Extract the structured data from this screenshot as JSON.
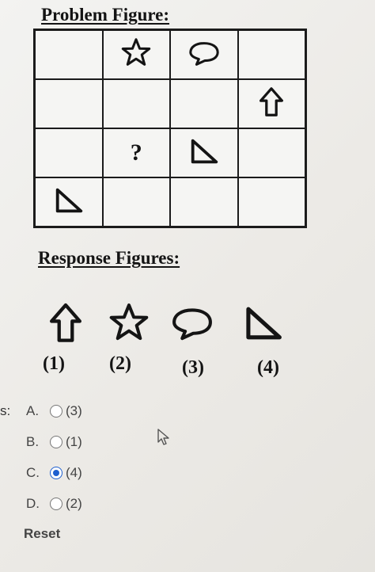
{
  "problem": {
    "title": "Problem Figure:",
    "grid": [
      [
        "",
        "star",
        "speech-bubble",
        ""
      ],
      [
        "",
        "",
        "",
        "arrow-up"
      ],
      [
        "",
        "?",
        "triangle",
        ""
      ],
      [
        "triangle",
        "",
        "",
        ""
      ]
    ]
  },
  "responses": {
    "title": "Response Figures:",
    "figures": [
      {
        "label": "(1)",
        "icon": "arrow-up"
      },
      {
        "label": "(2)",
        "icon": "star"
      },
      {
        "label": "(3)",
        "icon": "speech-bubble"
      },
      {
        "label": "(4)",
        "icon": "triangle"
      }
    ]
  },
  "answers": {
    "prefix": "s:",
    "options": [
      {
        "letter": "A.",
        "value": "(3)",
        "checked": false
      },
      {
        "letter": "B.",
        "value": "(1)",
        "checked": false
      },
      {
        "letter": "C.",
        "value": "(4)",
        "checked": true
      },
      {
        "letter": "D.",
        "value": "(2)",
        "checked": false
      }
    ],
    "reset_label": "Reset",
    "selected_color": "#1e5fcf"
  }
}
